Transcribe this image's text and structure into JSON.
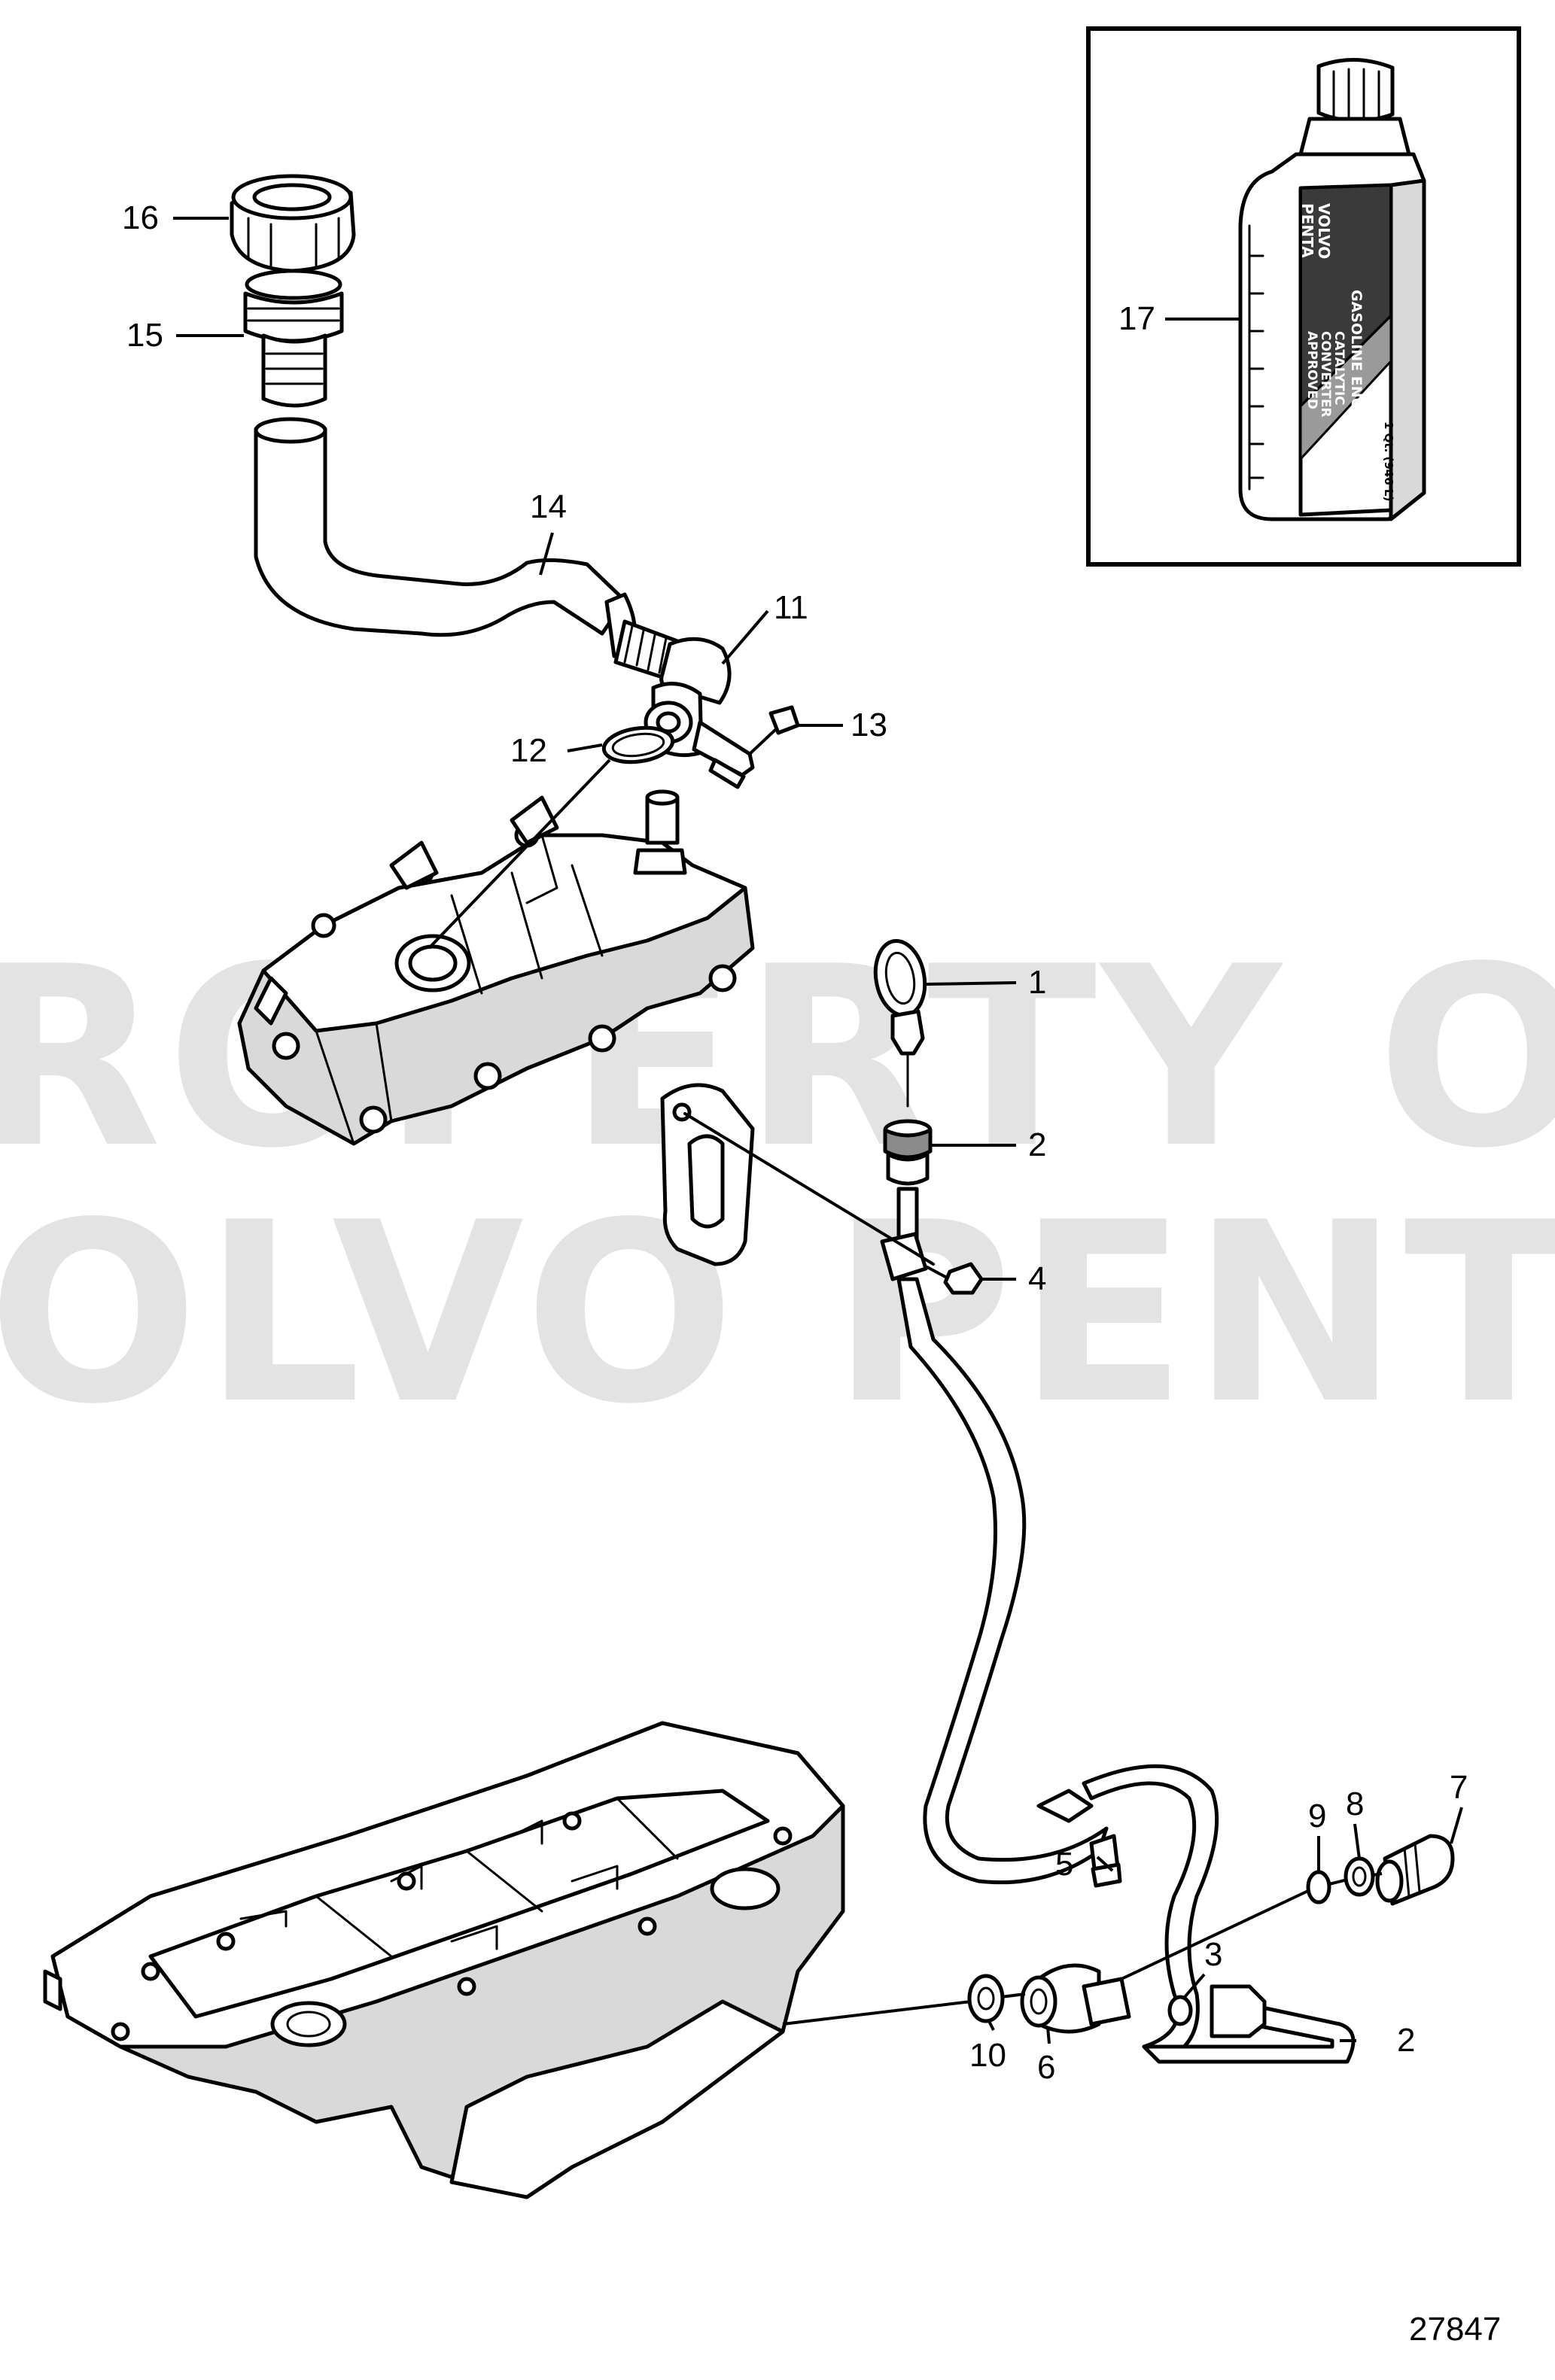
{
  "watermark": {
    "line1": "PROPERTY OF",
    "line2": "VOLVO PENTA"
  },
  "drawing_number": "27847",
  "bottle": {
    "brand_line1": "VOLVO",
    "brand_line2": "PENTA",
    "product_line1": "GASOLINE ENGINE OIL",
    "product_line2": "CATALYTIC",
    "product_line3": "CONVERTER",
    "product_line4": "APPROVED",
    "volume": "1 Qt. (946 L)"
  },
  "callouts": [
    {
      "id": "c1",
      "label": "1"
    },
    {
      "id": "c2a",
      "label": "2"
    },
    {
      "id": "c2b",
      "label": "2"
    },
    {
      "id": "c3",
      "label": "3"
    },
    {
      "id": "c4",
      "label": "4"
    },
    {
      "id": "c5",
      "label": "5"
    },
    {
      "id": "c6",
      "label": "6"
    },
    {
      "id": "c7",
      "label": "7"
    },
    {
      "id": "c8",
      "label": "8"
    },
    {
      "id": "c9",
      "label": "9"
    },
    {
      "id": "c10",
      "label": "10"
    },
    {
      "id": "c11",
      "label": "11"
    },
    {
      "id": "c12",
      "label": "12"
    },
    {
      "id": "c13",
      "label": "13"
    },
    {
      "id": "c14",
      "label": "14"
    },
    {
      "id": "c15",
      "label": "15"
    },
    {
      "id": "c16",
      "label": "16"
    },
    {
      "id": "c17",
      "label": "17"
    }
  ]
}
